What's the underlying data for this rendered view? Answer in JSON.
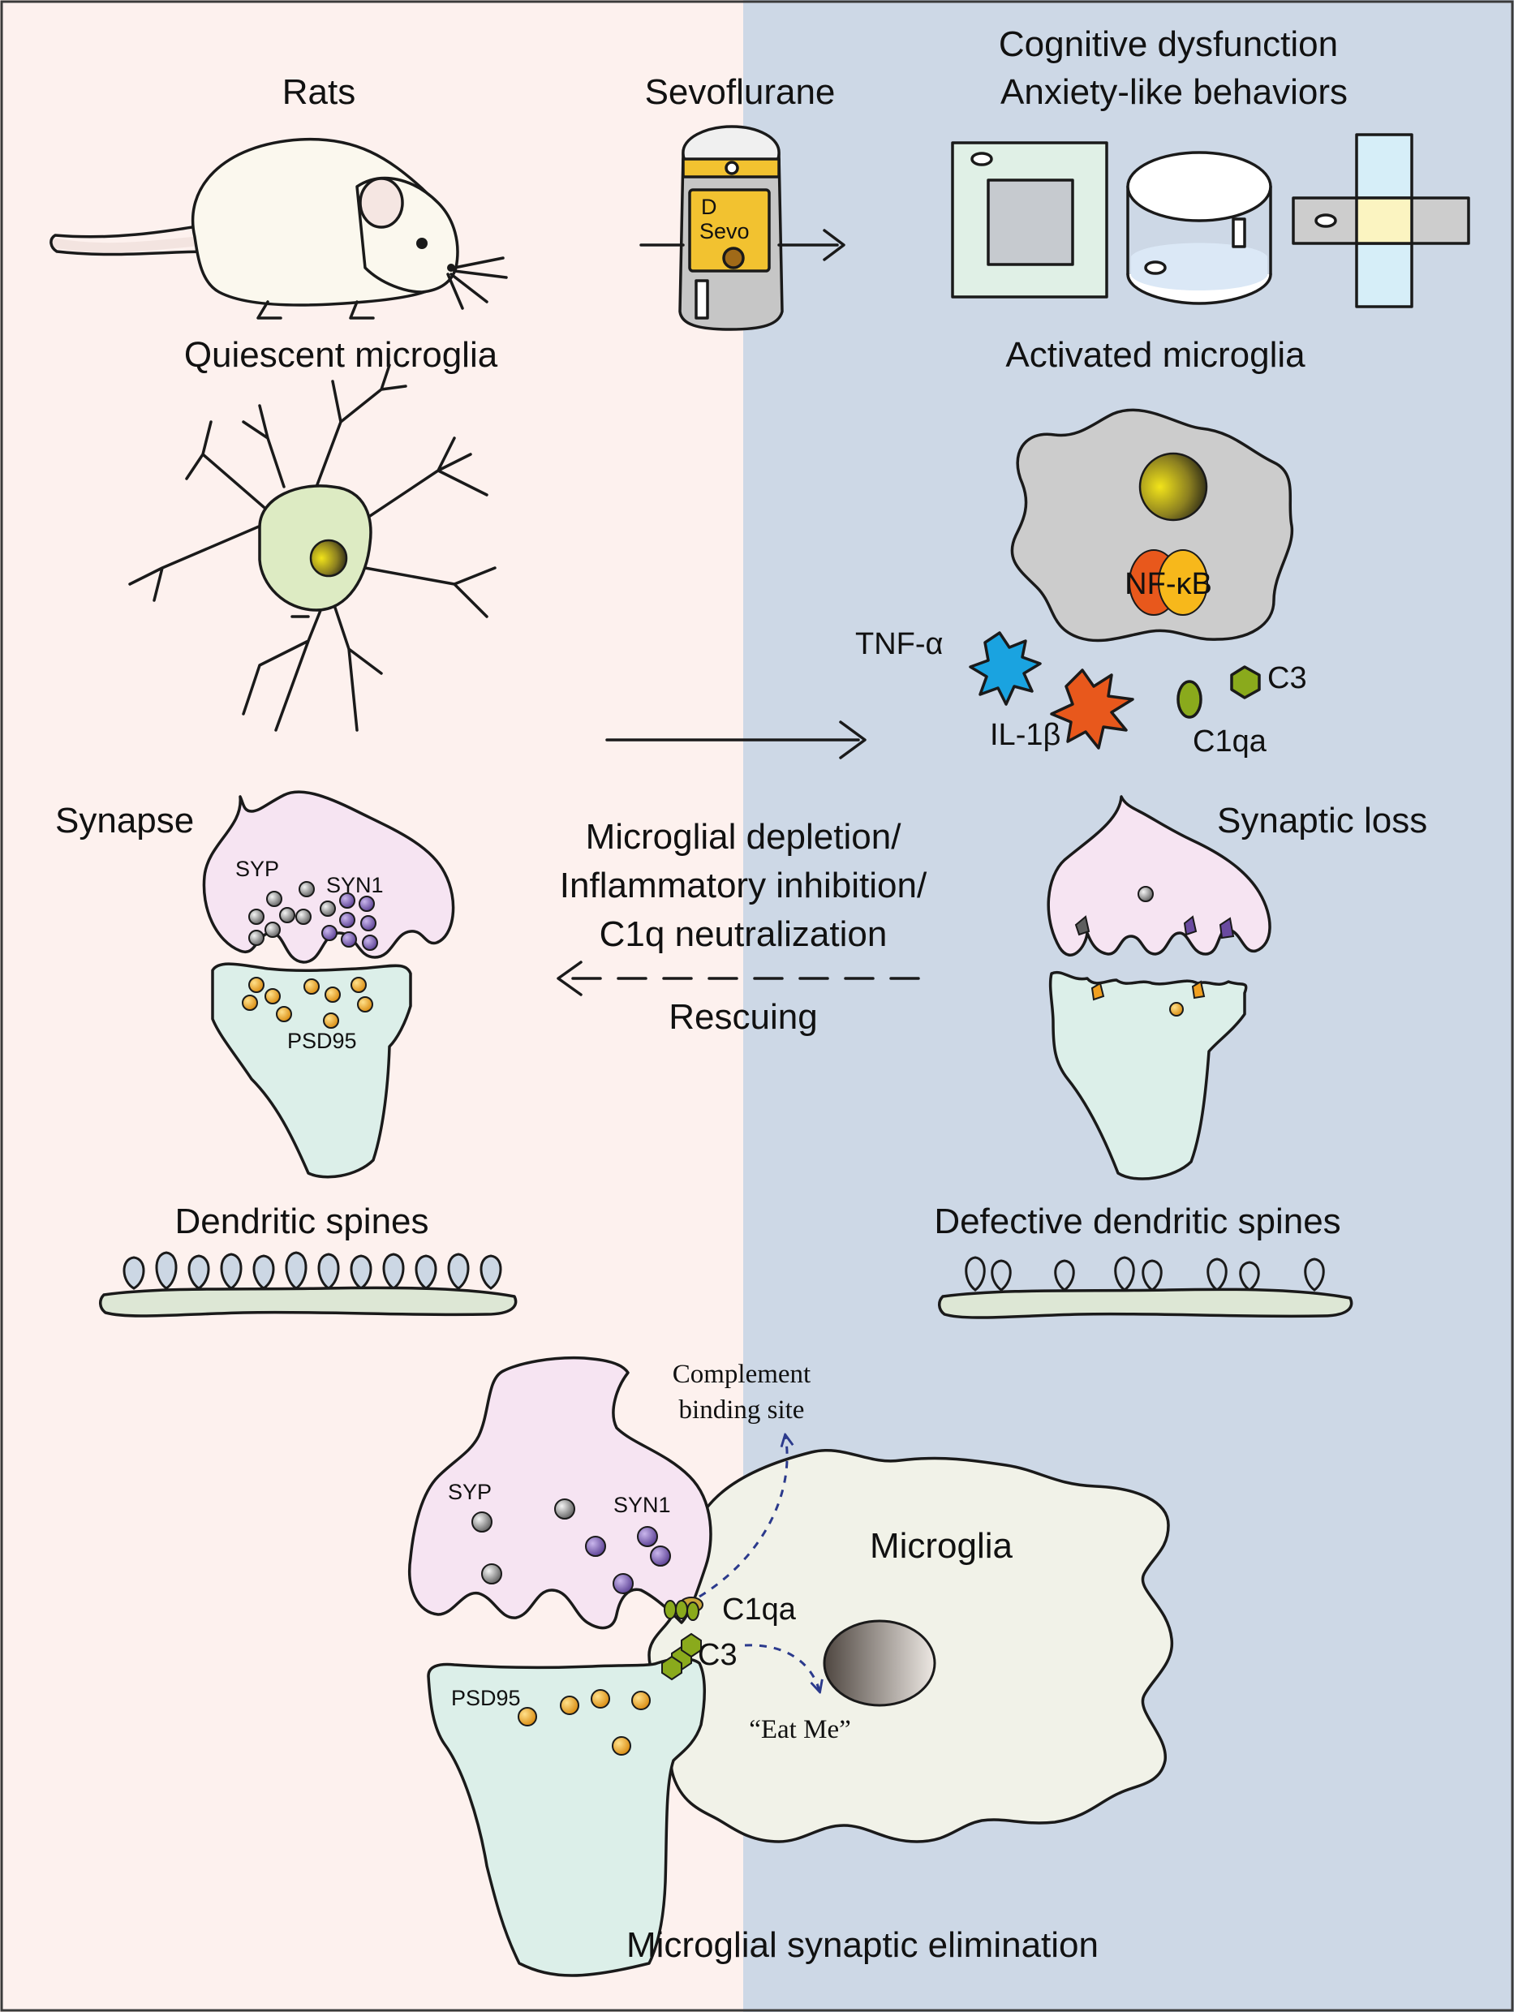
{
  "labels": {
    "rats": "Rats",
    "sevoflurane": "Sevoflurane",
    "behavior_line1": "Cognitive dysfunction",
    "behavior_line2": "Anxiety-like behaviors",
    "quiescent_microglia": "Quiescent microglia",
    "activated_microglia": "Activated microglia",
    "nfkb": "NF-κB",
    "tnf": "TNF-α",
    "il1b": "IL-1β",
    "c3": "C3",
    "c1qa": "C1qa",
    "synapse": "Synapse",
    "syp": "SYP",
    "syn1": "SYN1",
    "psd95": "PSD95",
    "synaptic_loss": "Synaptic loss",
    "rescue_line1": "Microglial depletion/",
    "rescue_line2": "Inflammatory inhibition/",
    "rescue_line3": "C1q neutralization",
    "rescuing": "Rescuing",
    "dendritic_spines": "Dendritic spines",
    "defective_dendritic_spines": "Defective dendritic spines",
    "complement_line1": "Complement",
    "complement_line2": "binding site",
    "microglia": "Microglia",
    "c1qa_bottom": "C1qa",
    "c3_bottom": "C3",
    "eat_me": "“Eat Me”",
    "syp_bottom": "SYP",
    "syn1_bottom": "SYN1",
    "psd95_bottom": "PSD95",
    "bottom_title": "Microglial synaptic elimination",
    "vaporizer_brand": "D",
    "vaporizer_label": "Sevo"
  },
  "colors": {
    "left_panel": "#fdf1ee",
    "right_panel": "#cdd8e6",
    "presynaptic": "#f6e4f2",
    "postsynaptic": "#dcefe9",
    "microglia_quiescent": "#ddebc3",
    "microglia_activated": "#cccccc",
    "microglia_bottom": "#f1f2e8",
    "tnf": "#1aa3e0",
    "il1b": "#e8581c",
    "complement": "#8aaa1c",
    "psd95_dot": "#f0a020",
    "syn1_dot": "#7a5ab2",
    "syp_dot": "#8e8e8e",
    "nfkb_a": "#e8581c",
    "nfkb_b": "#f7b81b"
  }
}
